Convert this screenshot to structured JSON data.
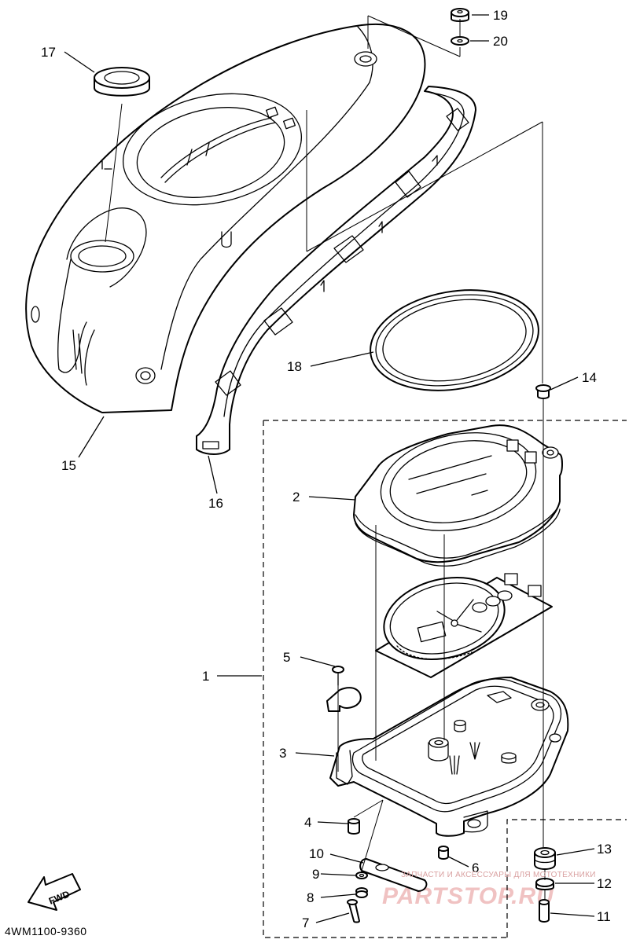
{
  "diagram": {
    "part_numbers": {
      "p1": "1",
      "p2": "2",
      "p3": "3",
      "p4": "4",
      "p5": "5",
      "p6": "6",
      "p7": "7",
      "p8": "8",
      "p9": "9",
      "p10": "10",
      "p11": "11",
      "p12": "12",
      "p13": "13",
      "p14": "14",
      "p15": "15",
      "p16": "16",
      "p17": "17",
      "p18": "18",
      "p19": "19",
      "p20": "20"
    },
    "drawing_code": "4WM1100-9360",
    "fwd_label": "FWD"
  },
  "watermark": {
    "tagline": "ЗАПЧАСТИ И АКСЕССУАРЫ ДЛЯ МОТОТЕХНИКИ",
    "brand": "PARTSTOP.RU",
    "color": "#f0c2c2"
  },
  "colors": {
    "line": "#000000",
    "background": "#ffffff"
  }
}
